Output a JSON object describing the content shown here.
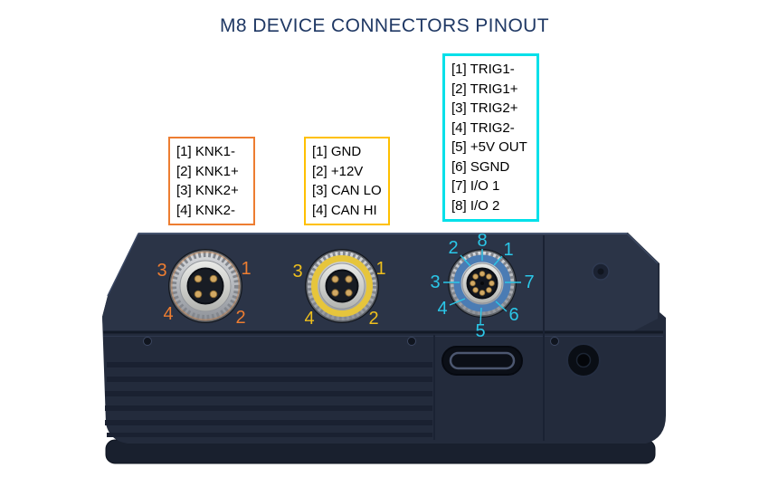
{
  "title": "M8 DEVICE CONNECTORS PINOUT",
  "boxes": {
    "knock": {
      "accent": "#ed7d31",
      "lines": [
        "[1] KNK1-",
        "[2] KNK1+",
        "[3] KNK2+",
        "[4] KNK2-"
      ]
    },
    "power_can": {
      "accent": "#ffc000",
      "lines": [
        "[1] GND",
        "[2] +12V",
        "[3] CAN LO",
        "[4] CAN HI"
      ]
    },
    "trigger_io": {
      "accent": "#00e0e9",
      "lines": [
        "[1] TRIG1-",
        "[2] TRIG1+",
        "[3] TRIG2+",
        "[4] TRIG2-",
        "[5] +5V OUT",
        "[6] SGND",
        "[7] I/O 1",
        "[8] I/O 2"
      ]
    }
  },
  "connector_pin_numbers": {
    "knock": [
      "3",
      "1",
      "4",
      "2"
    ],
    "power_can": [
      "3",
      "1",
      "4",
      "2"
    ],
    "trigger_io": [
      "2",
      "8",
      "1",
      "3",
      "7",
      "4",
      "5",
      "6"
    ]
  },
  "label_colors": {
    "knock": "#ed7d31",
    "power_can": "#eebf1d",
    "trigger_io": "#2bc7e8"
  }
}
